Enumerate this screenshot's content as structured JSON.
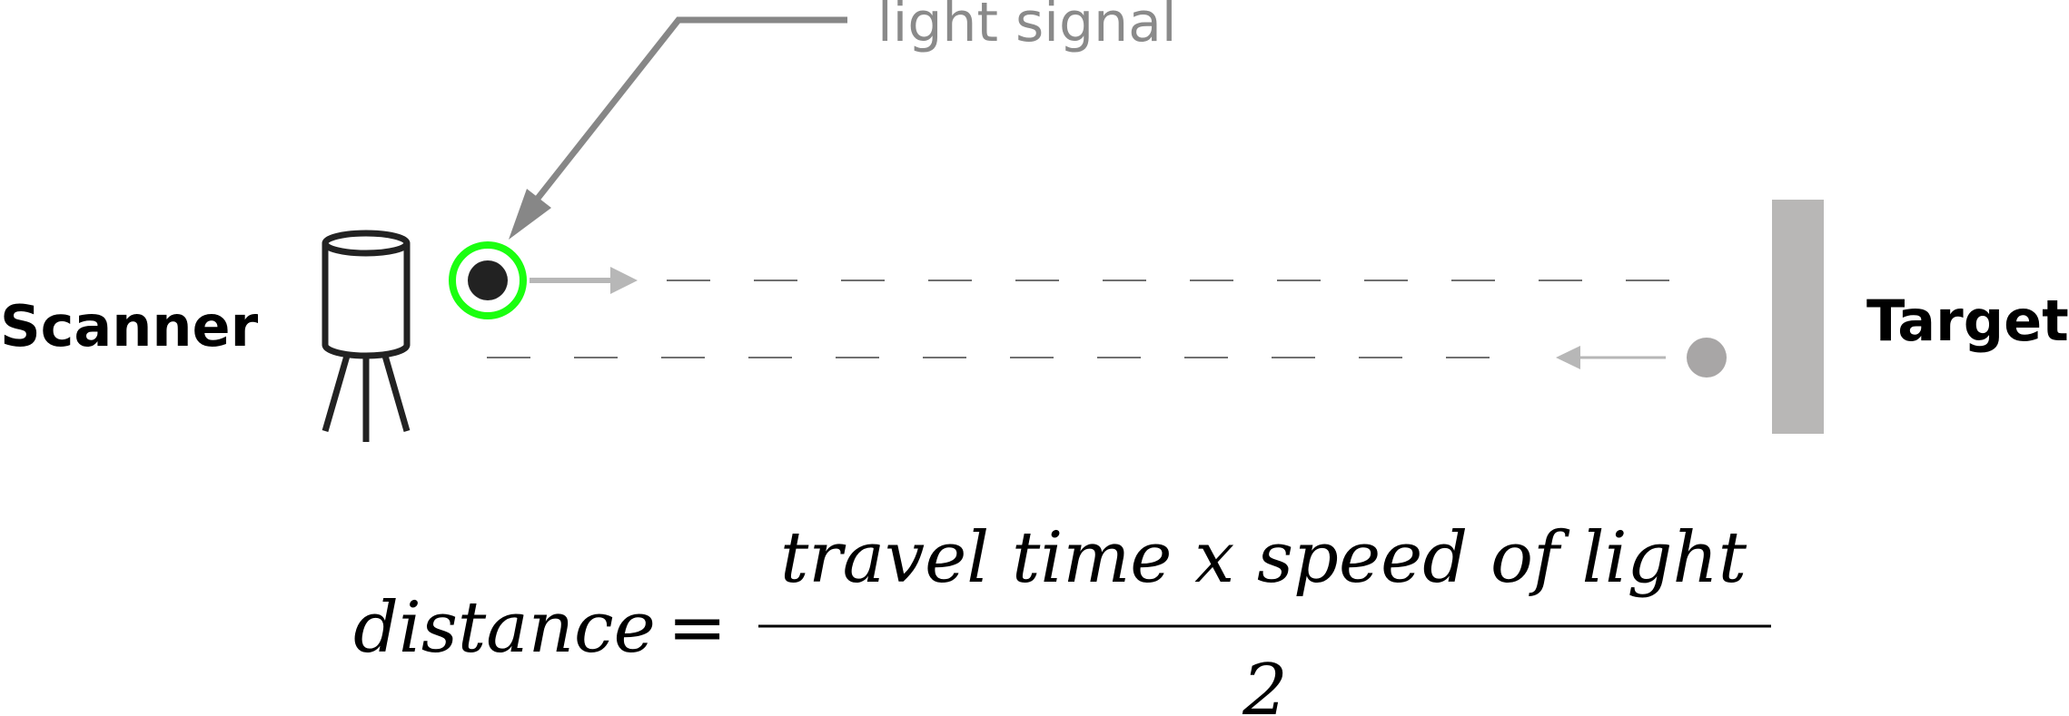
{
  "labels": {
    "scanner": "Scanner",
    "target": "Target",
    "signal": "light signal"
  },
  "formula": {
    "lhs": "distance",
    "equals": "=",
    "numerator": "travel time x speed of light",
    "denominator": "2"
  },
  "colors": {
    "signal_ring": "#1bff10",
    "signal_core": "#222222",
    "arrow": "#b7b7b7",
    "dash": "#707070",
    "target": "#b8b7b6",
    "returning_pulse": "#a8a6a6",
    "callout": "#878787"
  }
}
